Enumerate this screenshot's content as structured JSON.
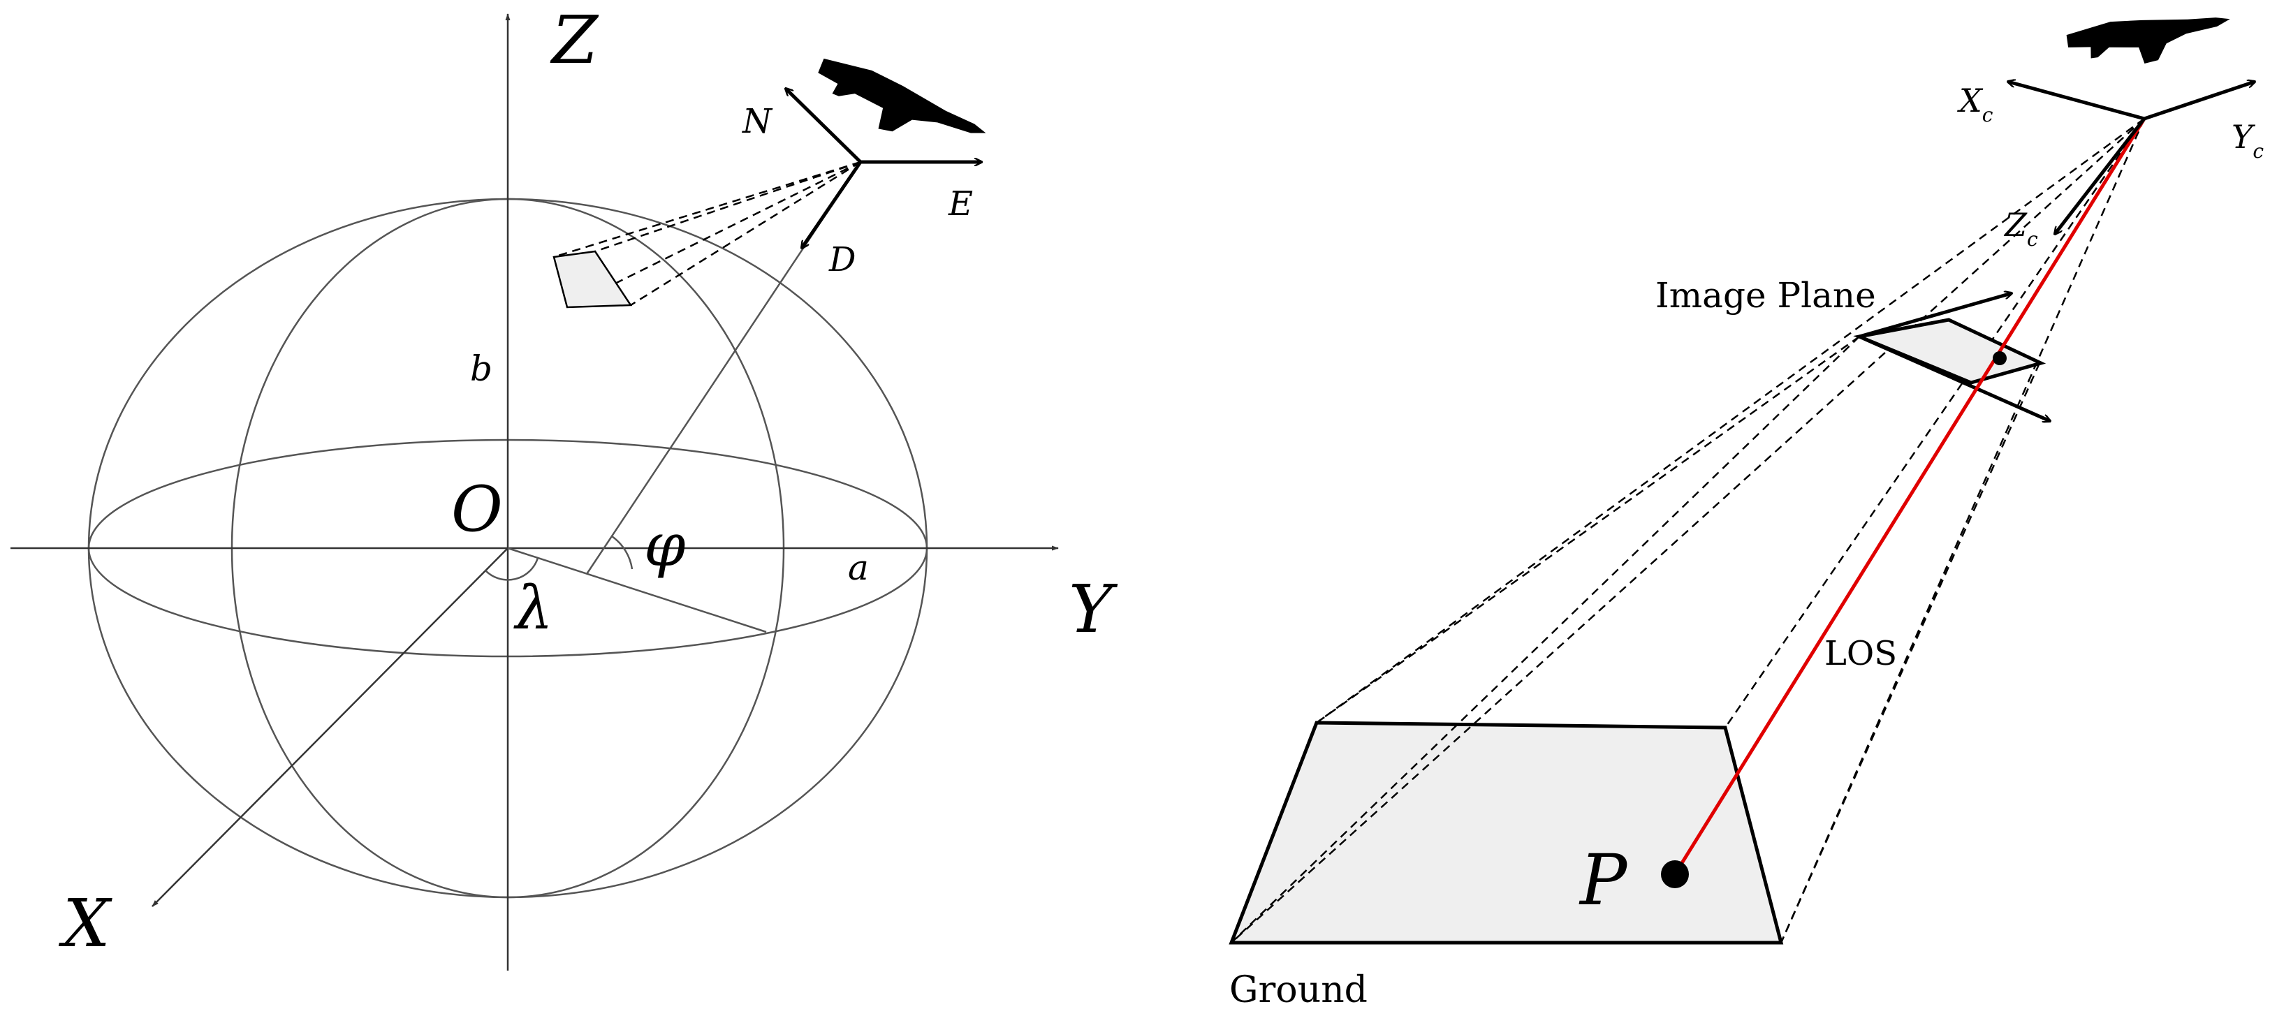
{
  "left_panel": {
    "axis_z": "Z",
    "axis_y": "Y",
    "axis_x": "X",
    "origin": "O",
    "semi_minor": "b",
    "semi_major": "a",
    "latitude": "φ",
    "longitude": "λ",
    "ned_north": "N",
    "ned_east": "E",
    "ned_down": "D"
  },
  "right_panel": {
    "camera_x": "X",
    "camera_y": "Y",
    "camera_z": "Z",
    "camera_sub": "c",
    "image_plane": "Image Plane",
    "los": "LOS",
    "point": "P",
    "ground": "Ground"
  },
  "colors": {
    "los_line": "#e00000",
    "plane_fill": "#efefef"
  }
}
